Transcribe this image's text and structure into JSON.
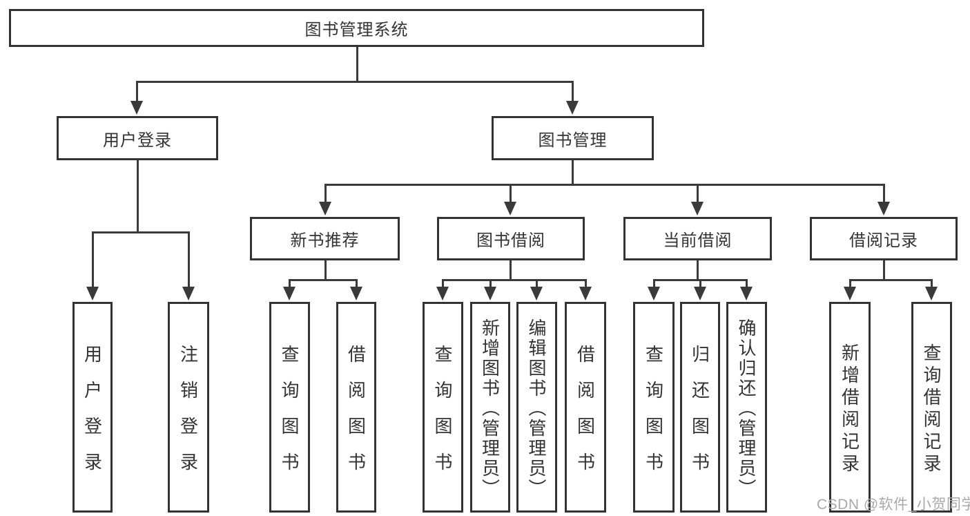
{
  "colors": {
    "line": "#3a3a3a",
    "border": "#333333",
    "text": "#333333",
    "background": "#ffffff",
    "watermark": "#a9a9a9"
  },
  "tree": {
    "label": "图书管理系统",
    "children": [
      {
        "label": "用户登录",
        "children": [
          {
            "label": "用户登录"
          },
          {
            "label": "注销登录"
          }
        ]
      },
      {
        "label": "图书管理",
        "children": [
          {
            "label": "新书推荐",
            "children": [
              {
                "label": "查询图书"
              },
              {
                "label": "借阅图书"
              }
            ]
          },
          {
            "label": "图书借阅",
            "children": [
              {
                "label": "查询图书"
              },
              {
                "label": "新增图书（管理员）"
              },
              {
                "label": "编辑图书（管理员）"
              },
              {
                "label": "借阅图书"
              }
            ]
          },
          {
            "label": "当前借阅",
            "children": [
              {
                "label": "查询图书"
              },
              {
                "label": "归还图书"
              },
              {
                "label": "确认归还（管理员）"
              }
            ]
          },
          {
            "label": "借阅记录",
            "children": [
              {
                "label": "新增借阅记录"
              },
              {
                "label": "查询借阅记录"
              }
            ]
          }
        ]
      }
    ]
  },
  "watermark": {
    "text": "CSDN @软件_小贺同学"
  }
}
